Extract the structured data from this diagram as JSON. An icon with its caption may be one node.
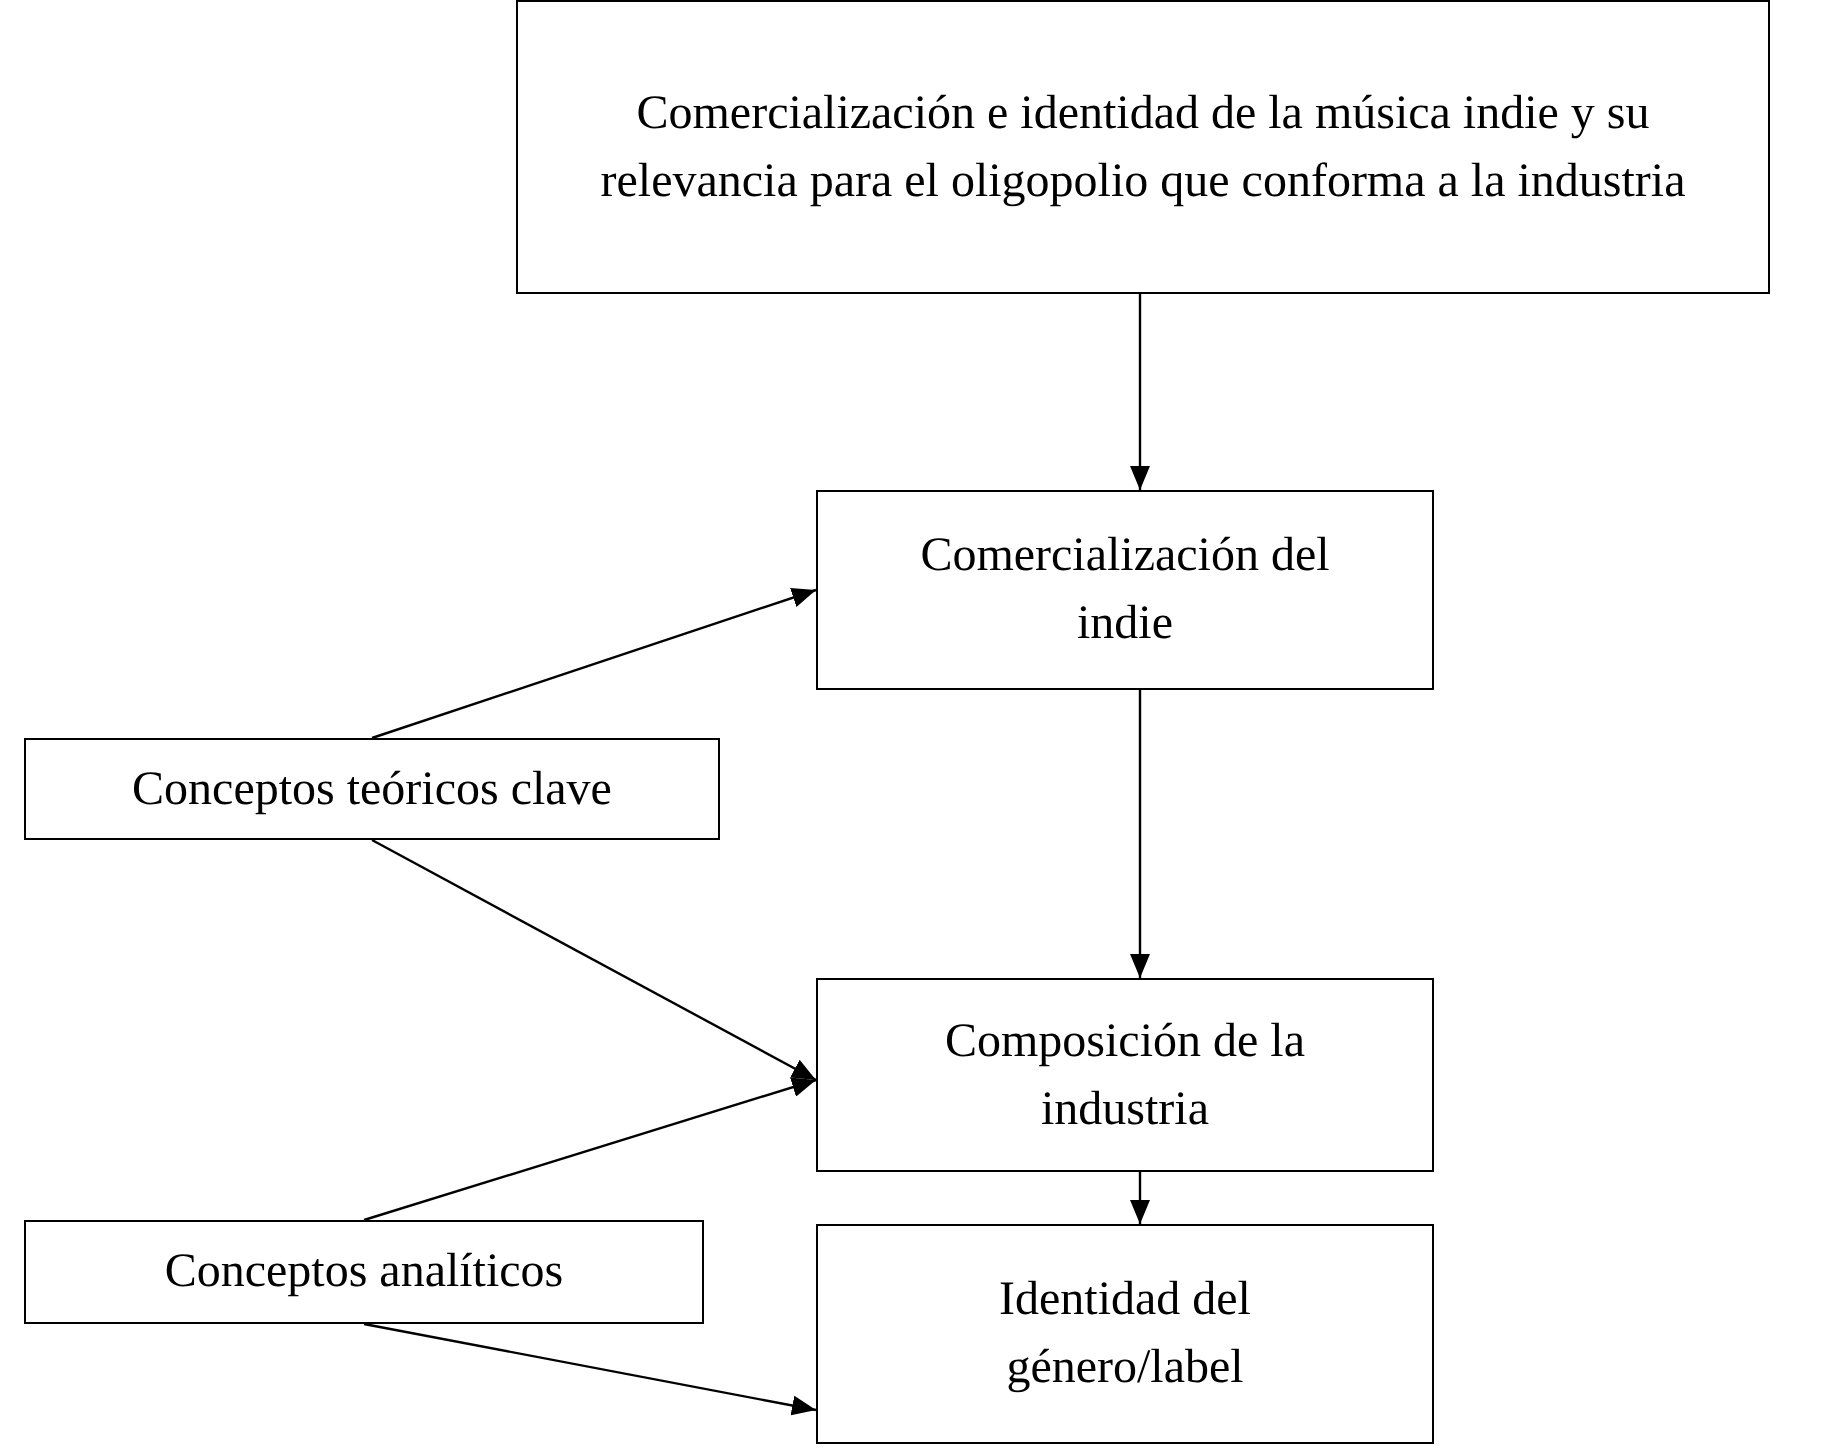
{
  "diagram": {
    "nodes": [
      {
        "text": [
          "Comercialización e identidad de la música indie y su relevancia para el oligopolio que conforma a la industria"
        ]
      },
      {
        "text": [
          "Comercialización del indie"
        ]
      },
      {
        "text": [
          "Conceptos teóricos clave"
        ]
      },
      {
        "text": [
          "Composición de la industria"
        ]
      },
      {
        "text": [
          "Conceptos analíticos"
        ]
      },
      {
        "text": [
          "Identidad del género/label"
        ]
      }
    ],
    "edges": [
      {
        "from": 0,
        "to": 1,
        "arrow": "to"
      },
      {
        "from": 2,
        "to": 1,
        "arrow": "to"
      },
      {
        "from": 1,
        "to": 3,
        "arrow": "to"
      },
      {
        "from": 2,
        "to": 3,
        "arrow": "to"
      },
      {
        "from": 4,
        "to": 3,
        "arrow": "to"
      },
      {
        "from": 3,
        "to": 5,
        "arrow": "to"
      },
      {
        "from": 4,
        "to": 5,
        "arrow": "to"
      }
    ]
  }
}
